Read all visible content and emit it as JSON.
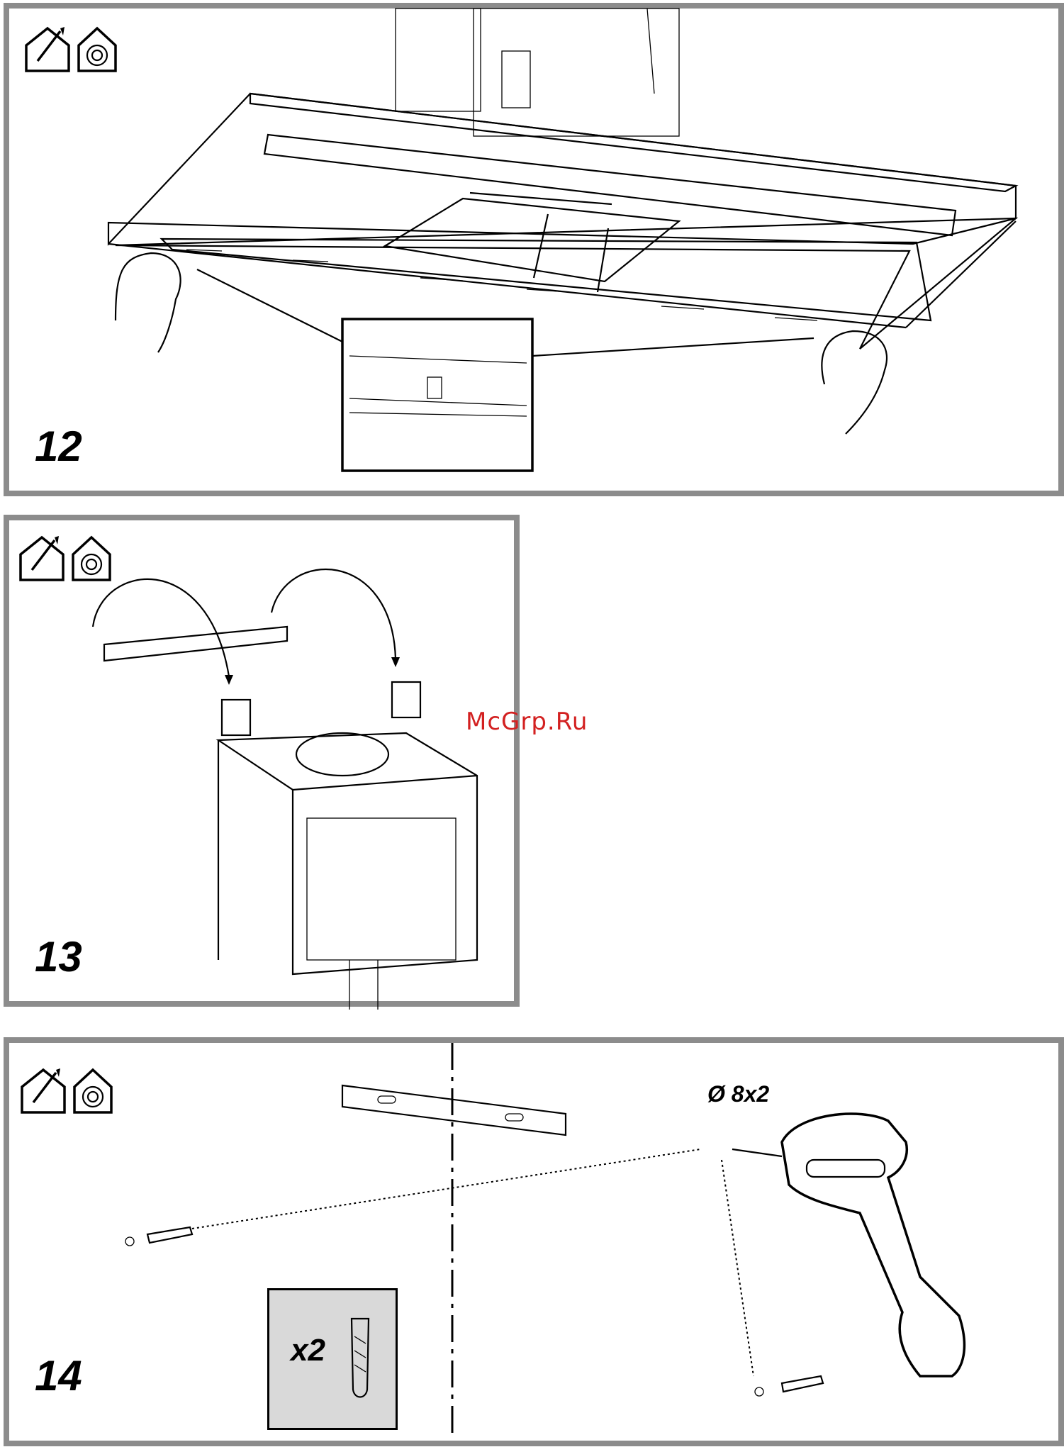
{
  "steps": [
    {
      "number": "12"
    },
    {
      "number": "13"
    },
    {
      "number": "14"
    }
  ],
  "icons": [
    "outdoor-exhaust-icon",
    "recirculation-icon"
  ],
  "watermark": "McGrp.Ru",
  "drill_label": "Ø 8x2",
  "quantity_label": "x2",
  "colors": {
    "frame": "#8c8c8c",
    "watermark": "#d32121",
    "qty_box": "#d9d9d9"
  }
}
